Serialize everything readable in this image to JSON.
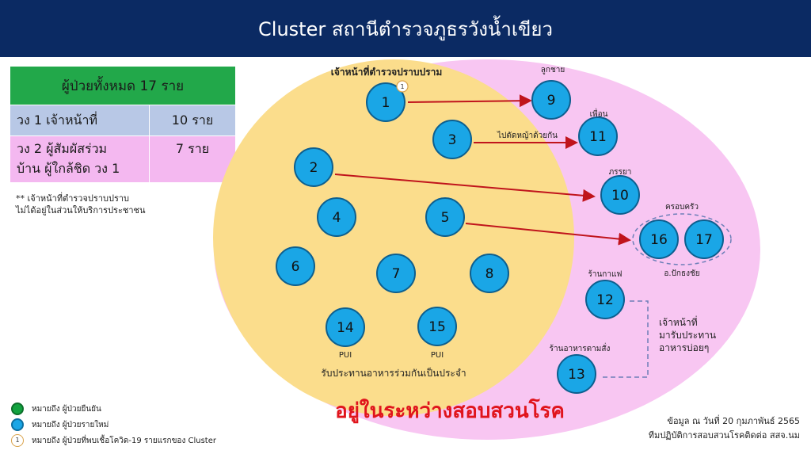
{
  "header": {
    "title": "Cluster สถานีตำรวจภูธรวังน้ำเขียว"
  },
  "summary": {
    "total": "ผู้ป่วยทั้งหมด 17 ราย",
    "row1_label": "วง 1 เจ้าหน้าที่",
    "row1_value": "10 ราย",
    "row2_label_line1": "วง 2 ผู้สัมผัสร่วม",
    "row2_label_line2": "บ้าน ผู้ใกล้ชิด วง 1",
    "row2_value": "7 ราย"
  },
  "note": {
    "line1": "** เจ้าหน้าที่ตำรวจปราบปราบ",
    "line2": "ไม่ได้อยู่ในส่วนให้บริการประชาชน"
  },
  "diagram": {
    "inner_group_label": "เจ้าหน้าที่ตำรวจปราบปราม",
    "first_case_badge": "1",
    "colors": {
      "outer_circle": "#f8c6f2",
      "inner_circle": "#fbdd8c",
      "case_fill": "#1aa6e6",
      "case_stroke": "#0d5f8f",
      "arrow": "#c0141c",
      "dashed": "#6d7fb8",
      "status_text": "#e0141c"
    },
    "cases": [
      {
        "id": "1"
      },
      {
        "id": "2"
      },
      {
        "id": "3"
      },
      {
        "id": "4"
      },
      {
        "id": "5"
      },
      {
        "id": "6"
      },
      {
        "id": "7"
      },
      {
        "id": "8"
      },
      {
        "id": "9"
      },
      {
        "id": "10"
      },
      {
        "id": "11"
      },
      {
        "id": "12"
      },
      {
        "id": "13"
      },
      {
        "id": "14"
      },
      {
        "id": "15"
      },
      {
        "id": "16"
      },
      {
        "id": "17"
      }
    ],
    "labels": {
      "son": "ลูกชาย",
      "friend": "เพื่อน",
      "mowing": "ไปตัดหญ้าด้วยกัน",
      "wife": "ภรรยา",
      "family": "ครอบครัว",
      "district": "อ.ปักธงชัย",
      "coffee_shop": "ร้านกาแฟ",
      "restaurant": "ร้านอาหารตามสั่ง",
      "pui_14": "PUI",
      "pui_15": "PUI",
      "officer_line1": "เจ้าหน้าที่",
      "officer_line2": "มารับประทาน",
      "officer_line3": "อาหารบ่อยๆ",
      "eat_together": "รับประทานอาหารร่วมกันเป็นประจำ"
    },
    "status": "อยู่ในระหว่างสอบสวนโรค"
  },
  "legend": {
    "confirmed": "หมายถึง ผู้ป่วยยืนยัน",
    "new_case": "หมายถึง ผู้ป่วยรายใหม่",
    "first_case": "หมายถึง ผู้ป่วยที่พบเชื้อโควิด-19 รายแรกของ Cluster",
    "first_case_symbol": "1"
  },
  "source": {
    "line1": "ข้อมูล ณ วันที่ 20 กุมภาพันธ์ 2565",
    "line2": "ทีมปฏิบัติการสอบสวนโรคติดต่อ สสจ.นม"
  }
}
